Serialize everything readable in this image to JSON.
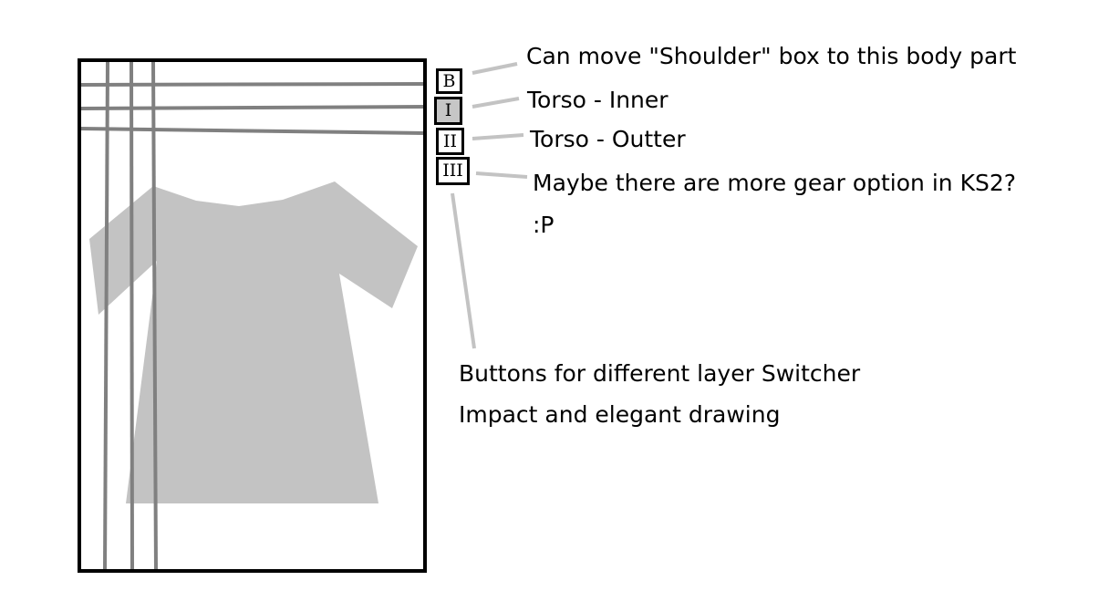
{
  "buttons": [
    {
      "id": "B",
      "label": "B",
      "active": false
    },
    {
      "id": "I",
      "label": "I",
      "active": true
    },
    {
      "id": "II",
      "label": "II",
      "active": false
    },
    {
      "id": "III",
      "label": "III",
      "active": false
    }
  ],
  "annotations": {
    "shoulder": "Can move \"Shoulder\" box to this body part",
    "torso_inner": "Torso - Inner",
    "torso_outer": "Torso - Outter",
    "more_gear_line1": "Maybe there are more gear option in KS2?",
    "more_gear_line2": ":P",
    "buttons_note_line1": "Buttons for different layer Switcher",
    "buttons_note_line2": "Impact and elegant drawing"
  },
  "colors": {
    "frame": "#000000",
    "guide_line": "#808080",
    "shirt": "#c3c3c3",
    "leader_line": "#c3c3c3"
  },
  "icons": {
    "garment": "tshirt-shape"
  }
}
